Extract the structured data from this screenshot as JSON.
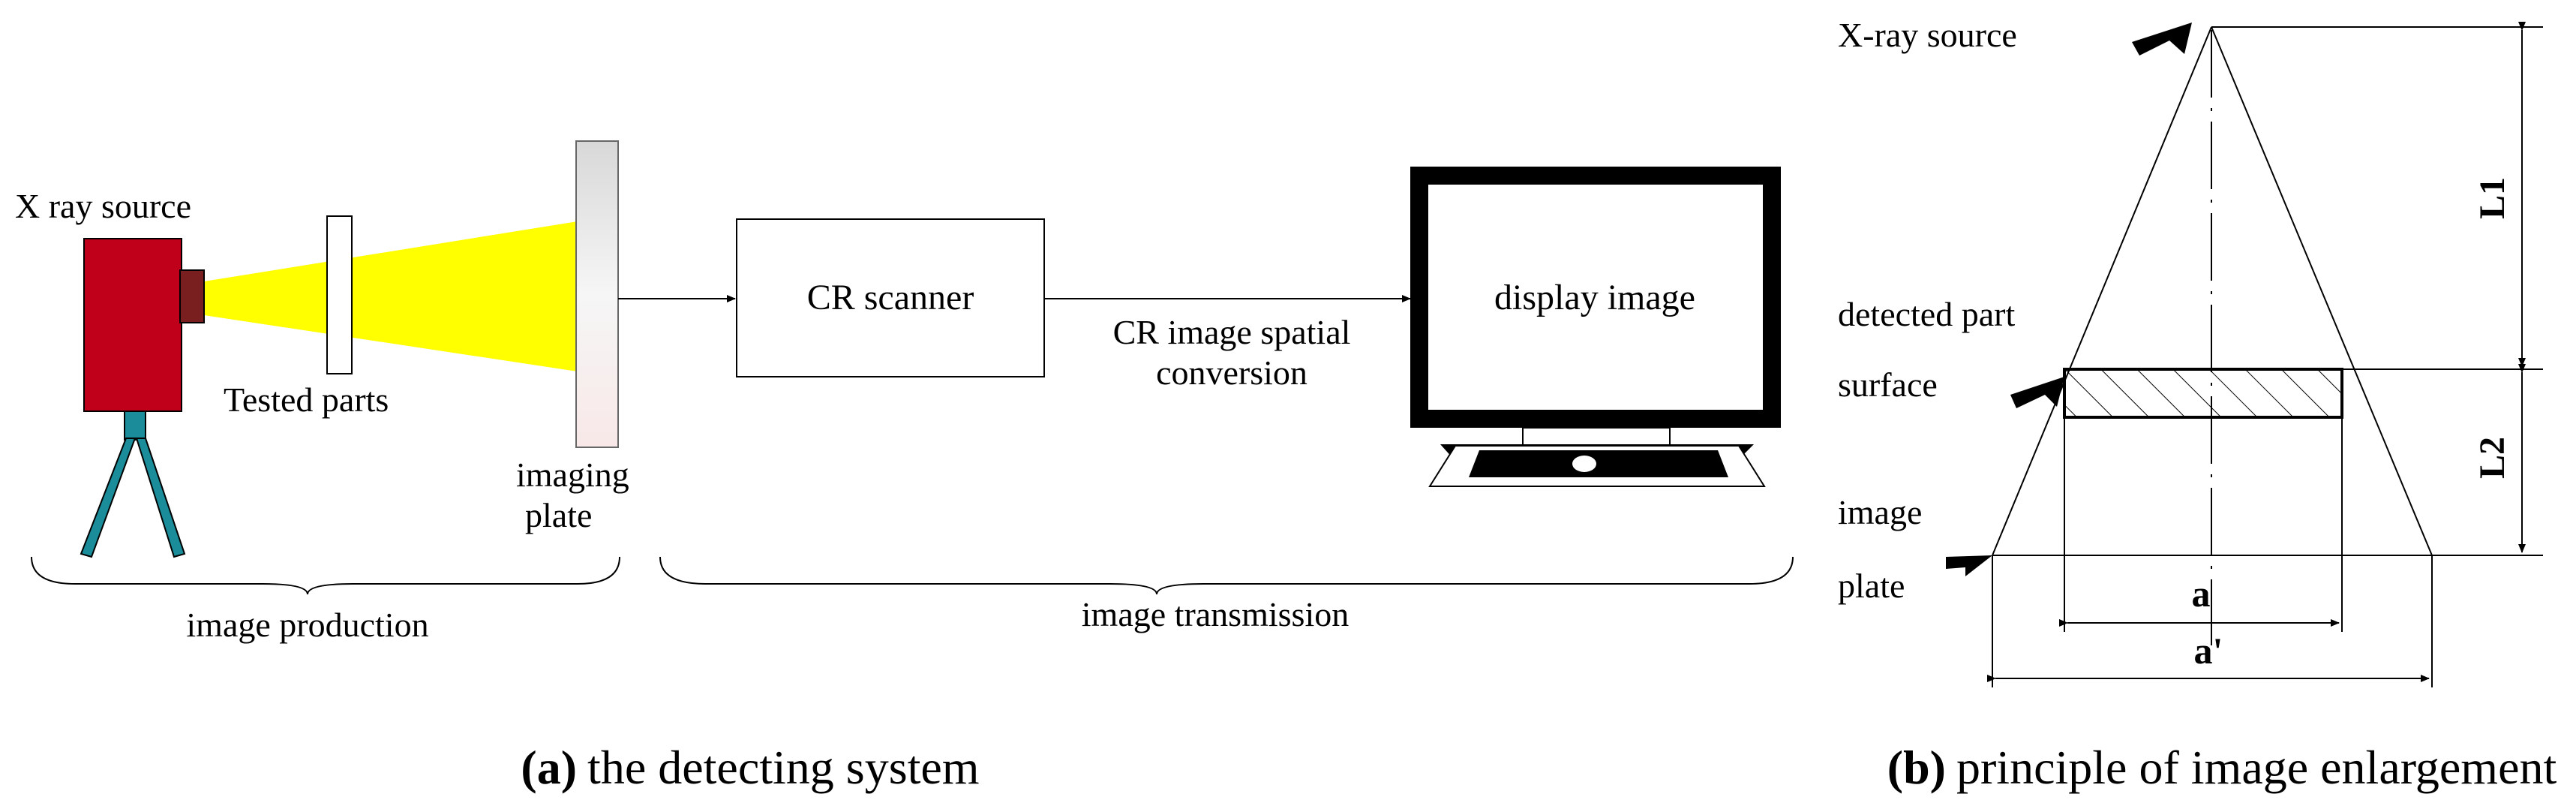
{
  "panel_a": {
    "xray_source_label": "X ray source",
    "tested_parts_label": "Tested parts",
    "imaging_plate_label_1": "imaging",
    "imaging_plate_label_2": "plate",
    "cr_scanner_label": "CR scanner",
    "conversion_label_1": "CR image spatial",
    "conversion_label_2": "conversion",
    "display_label": "display image",
    "image_production_label": "image production",
    "image_transmission_label": "image transmission",
    "caption_tag": "(a)",
    "caption_text": "the detecting system"
  },
  "panel_b": {
    "xray_source_label": "X-ray source",
    "detected_label_1": "detected part",
    "detected_label_2": "surface",
    "image_label_1": "image",
    "image_label_2": "plate",
    "l1_label": "L1",
    "l2_label": "L2",
    "a_label": "a",
    "a_prime_label": "a'",
    "caption_tag": "(b)",
    "caption_text": "principle of image enlargement"
  },
  "colors": {
    "camera_body": "#c0001a",
    "camera_lens": "#7a1f1f",
    "beam": "#ffff00",
    "tripod": "#1a8c9a"
  }
}
